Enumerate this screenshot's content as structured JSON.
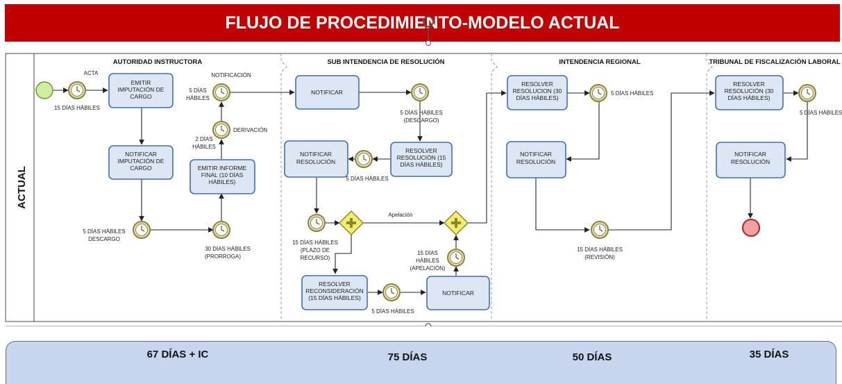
{
  "title": "FLUJO DE PROCEDIMIENTO-MODELO ACTUAL",
  "pool_label": "ACTUAL",
  "lanes": [
    "AUTORIDAD INSTRUCTORA",
    "SUB INTENDENCIA DE RESOLUCIÓN",
    "INTENDENCIA REGIONAL",
    "TRIBUNAL DE FISCALIZACIÓN LABORAL"
  ],
  "tasks": {
    "emitir_imputacion": [
      "EMITIR",
      "IMPUTACIÓN DE",
      "CARGO"
    ],
    "notificar_imputacion": [
      "NOTIFICAR",
      "IMPUTACIÓN DE",
      "CARGO"
    ],
    "emitir_informe": [
      "EMITIR INFORME",
      "FINAL (10 DÍAS",
      "HÁBILES)"
    ],
    "notificar_sub": [
      "NOTIFICAR"
    ],
    "resolver_sub": [
      "RESOLVER",
      "RESOLUCIÓN (15",
      "DÍAS HÁBILES)"
    ],
    "notificar_resolucion_sub": [
      "NOTIFICAR",
      "RESOLUCIÓN"
    ],
    "resolver_reconsideracion": [
      "RESOLVER",
      "RECONSIDERACIÓN",
      "(15 DÍAS HÁBILES)"
    ],
    "notificar_reconsideracion": [
      "NOTIFICAR"
    ],
    "resolver_regional": [
      "RESOLVER",
      "RESOLUCION (30",
      "DÍAS HÁBILES)"
    ],
    "notificar_resolucion_regional": [
      "NOTIFICAR",
      "RESOLUCIÓN"
    ],
    "resolver_tribunal": [
      "RESOLVER",
      "RESOLUCIÓN (30",
      "DÍAS HÁBILES)"
    ],
    "notificar_resolucion_tribunal": [
      "NOTIFICAR",
      "RESOLUCIÓN"
    ]
  },
  "timer_labels": {
    "acta": [
      "ACTA"
    ],
    "quince_habiles": [
      "15 DÍAS HÁBILES"
    ],
    "descargo_ai": [
      "5 DÍAS HÁBILES",
      "DESCARGO"
    ],
    "prorroga": [
      "30 DÍAS HÁBILES",
      "(PRORROGA)"
    ],
    "derivacion_dias": [
      "2 DÍAS",
      "HÁBILES"
    ],
    "derivacion": [
      "DERIVACIÓN"
    ],
    "notificacion": [
      "NOTIFICACIÓN"
    ],
    "notif_dias": [
      "5 DÍAS",
      "HÁBILES"
    ],
    "descargo_sub": [
      "5 DÍAS HÁBILES",
      "(DESCARGO)"
    ],
    "cinco_sub": [
      "5 DÍAS HÁBILES"
    ],
    "plazo_recurso": [
      "15 DÍAS HÁBILES",
      "(PLAZO DE",
      "RECURSO)"
    ],
    "cinco_recon": [
      "5 DÍAS HÁBILES"
    ],
    "apelacion_dias": [
      "15 DÍAS",
      "HÁBILES",
      "(APELACIÓN)"
    ],
    "apelacion": [
      "Apelación"
    ],
    "cinco_regional": [
      "5 DÍAS HÁBILES"
    ],
    "revision": [
      "15 DÍAS HÁBILES",
      "(REVISIÓN)"
    ],
    "cinco_tribunal": [
      "5 DÍAS HÁBILES"
    ]
  },
  "summary": [
    "67 DÍAS + IC",
    "75 DÍAS",
    "50 DÍAS",
    "35 DÍAS"
  ],
  "colors": {
    "banner": "#c00000",
    "task_fill": "#dce6f4",
    "task_stroke": "#3f6fb5",
    "timer_fill": "#e8e2b0",
    "timer_stroke": "#8a8340",
    "gateway_fill": "#f2ef66",
    "start_fill": "#ccf0a0",
    "end_fill": "#f2a0a0",
    "summary_fill": "#c7d6ee"
  }
}
